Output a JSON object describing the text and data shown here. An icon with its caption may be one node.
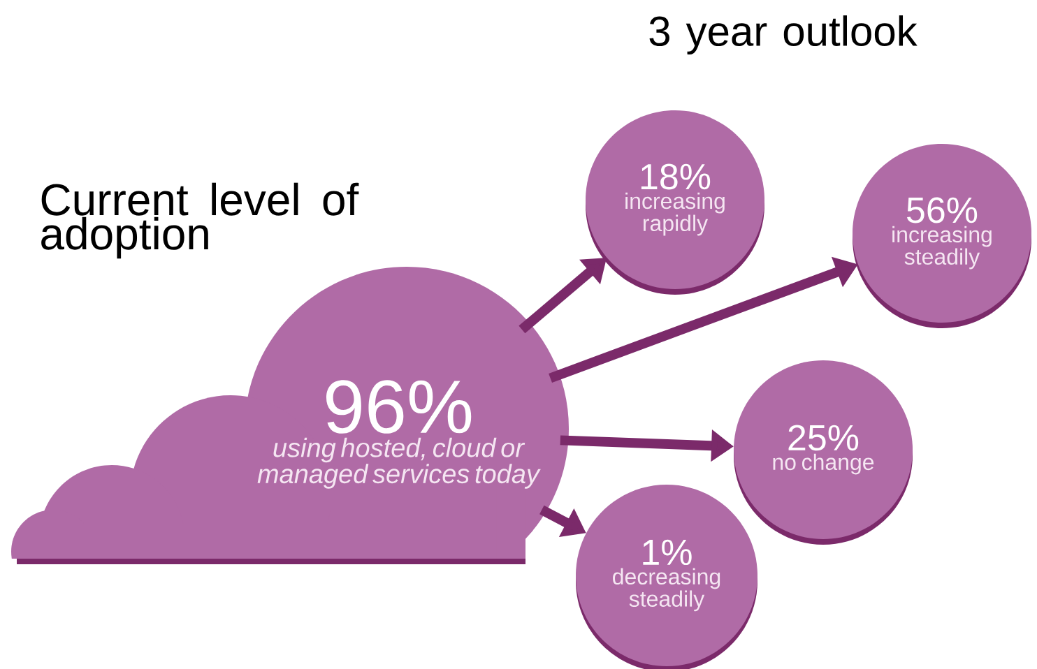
{
  "diagram": {
    "nodes": [
      {
        "text": [
          "96%",
          "using hosted, cloud or managed services today"
        ]
      },
      {
        "text": [
          "18%",
          "increasing rapidly"
        ]
      },
      {
        "text": [
          "56%",
          "increasing steadily"
        ]
      },
      {
        "text": [
          "25%",
          "no change"
        ]
      },
      {
        "text": [
          "1%",
          "decreasing steadily"
        ]
      }
    ],
    "edges": [
      {
        "from": 0,
        "to": 1,
        "arrow": "to"
      },
      {
        "from": 0,
        "to": 2,
        "arrow": "to"
      },
      {
        "from": 0,
        "to": 3,
        "arrow": "to"
      },
      {
        "from": 0,
        "to": 4,
        "arrow": "to"
      }
    ],
    "labels": [
      "3 year outlook",
      "Current level of adoption"
    ]
  }
}
